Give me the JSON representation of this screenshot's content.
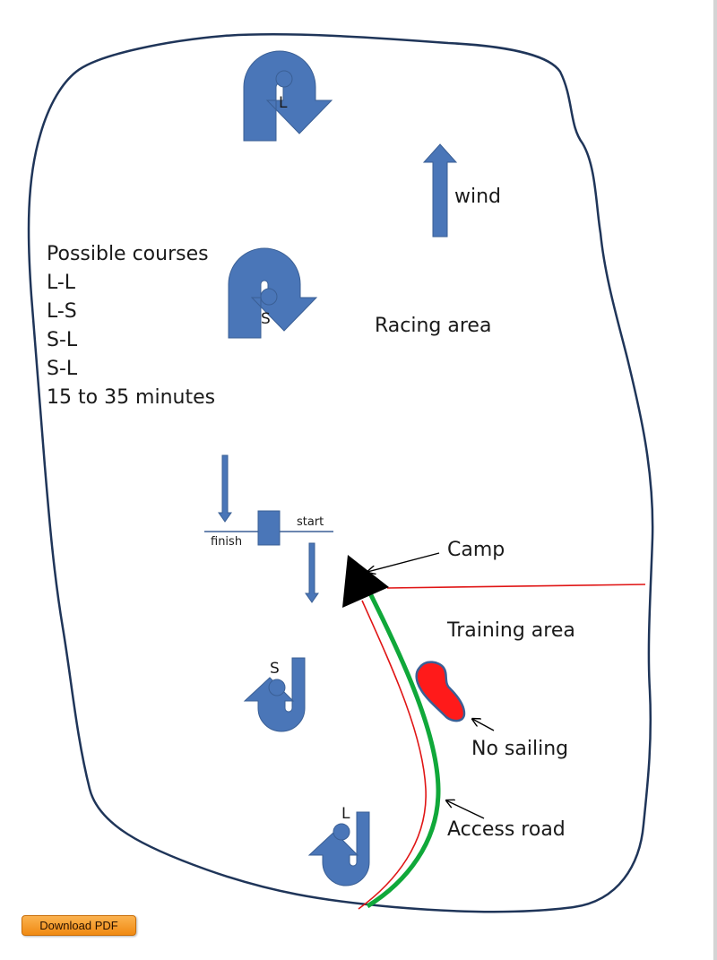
{
  "colors": {
    "outline": "#1f3559",
    "arrow_fill": "#4a76b8",
    "arrow_stroke": "#3a5f95",
    "road_green": "#10a83a",
    "red_line": "#e01515",
    "no_sailing_fill": "#ff1a1a",
    "camp_triangle": "#000000"
  },
  "labels": {
    "wind": "wind",
    "racing_area": "Racing area",
    "possible_courses": [
      "Possible courses",
      "L-L",
      "L-S",
      "S-L",
      "S-L",
      "15 to 35 minutes"
    ],
    "camp": "Camp",
    "training_area": "Training area",
    "no_sailing": "No sailing",
    "access_road": "Access road",
    "start": "start",
    "finish": "finish"
  },
  "marks": {
    "top_l": "L",
    "upper_s": "S",
    "lower_s": "S",
    "bottom_l": "L"
  },
  "download_button": {
    "label": "Download PDF"
  }
}
